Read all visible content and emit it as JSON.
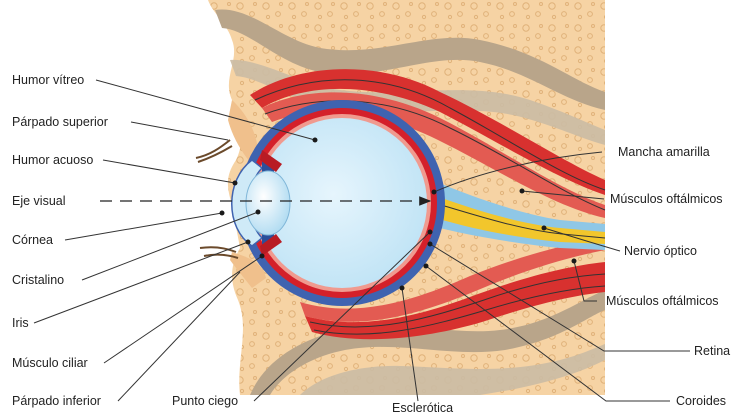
{
  "diagram": {
    "labels": {
      "humor_vitreo": "Humor vítreo",
      "parpado_superior": "Párpado superior",
      "humor_acuoso": "Humor acuoso",
      "eje_visual": "Eje visual",
      "cornea": "Córnea",
      "cristalino": "Cristalino",
      "iris": "Iris",
      "musculo_ciliar": "Músculo ciliar",
      "parpado_inferior": "Párpado inferior",
      "punto_ciego": "Punto ciego",
      "esclerotica": "Esclerótica",
      "mancha_amarilla": "Mancha amarilla",
      "musculos_oftalmicos_superior": "Músculos oftálmicos",
      "nervio_optico": "Nervio óptico",
      "musculos_oftalmicos_inferior": "Músculos oftálmicos",
      "retina": "Retina",
      "coroides": "Coroides"
    },
    "colors": {
      "tissue": "#f6d3a4",
      "bone": "#b9a58a",
      "sclera": "#3f63b0",
      "choroid": "#d4202a",
      "vitreous": "#d3ecf8",
      "muscle": "#d8312f",
      "nerve": "#f2c62c"
    }
  }
}
